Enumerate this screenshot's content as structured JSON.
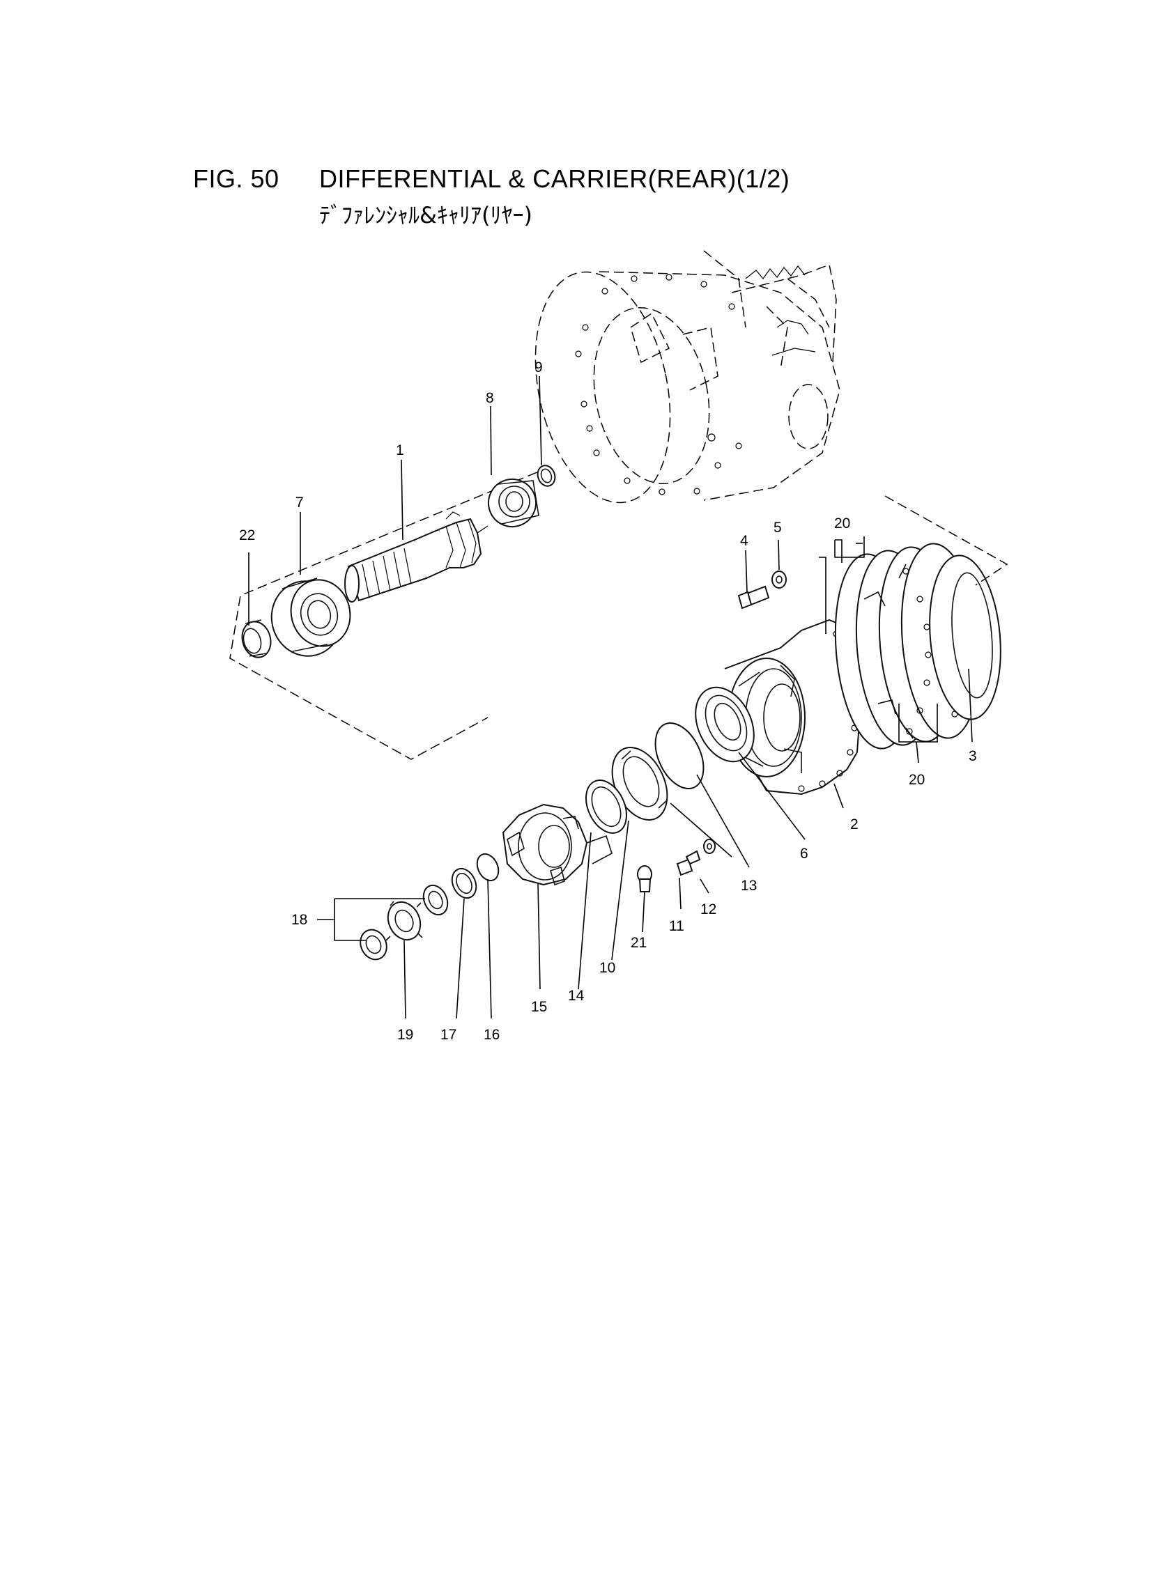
{
  "figure": {
    "number": "FIG. 50",
    "title": "DIFFERENTIAL & CARRIER(REAR)(1/2)",
    "title_jp": "ﾃﾞﾌｧﾚﾝｼｬﾙ&ｷｬﾘｱ(ﾘﾔｰ)"
  },
  "callouts": {
    "p1": "1",
    "p2": "2",
    "p3": "3",
    "p4": "4",
    "p5": "5",
    "p6": "6",
    "p7": "7",
    "p8": "8",
    "p9": "9",
    "p10": "10",
    "p11": "11",
    "p12": "12",
    "p13": "13",
    "p14": "14",
    "p15": "15",
    "p16": "16",
    "p17": "17",
    "p18": "18",
    "p19": "19",
    "p20a": "20",
    "p20b": "20",
    "p21": "21",
    "p22": "22"
  }
}
